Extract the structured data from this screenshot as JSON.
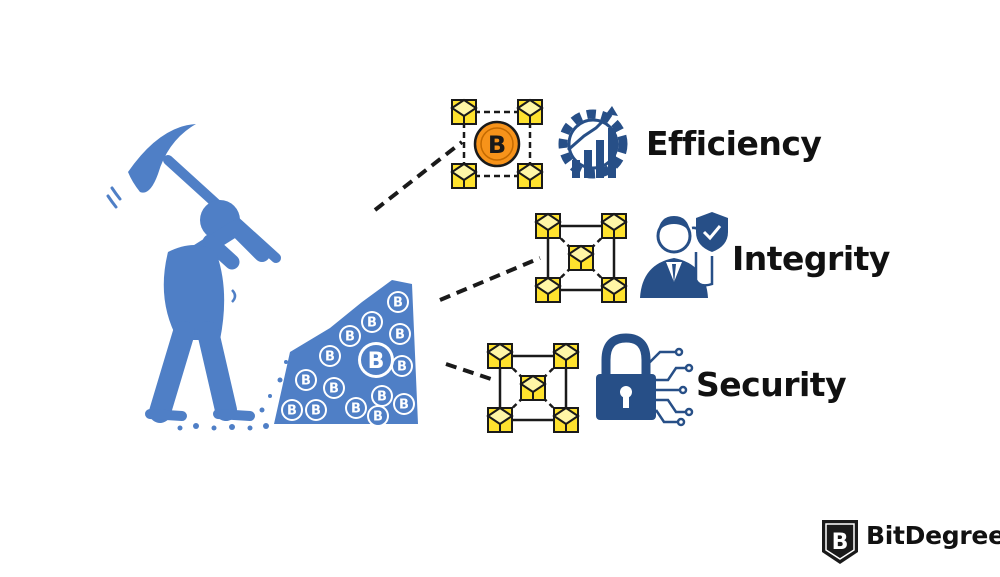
{
  "colors": {
    "miner_blue": "#4f7fc6",
    "block_yellow": "#ffe22e",
    "block_outline": "#1a1a1a",
    "coin_orange": "#f7931a",
    "icon_navy": "#274f87"
  },
  "items": [
    {
      "label": "Efficiency",
      "icon": "gear-chart-icon",
      "center_coin": "bitcoin-coin-icon"
    },
    {
      "label": "Integrity",
      "icon": "businessman-shield-icon"
    },
    {
      "label": "Security",
      "icon": "padlock-circuit-icon"
    }
  ],
  "miner": {
    "icon": "miner-with-pickaxe-icon",
    "pile": "bitcoin-coin-pile-icon",
    "coin_symbol": "B"
  },
  "brand": {
    "name": "BitDegree",
    "logo_letter": "B",
    "icon": "bitdegree-shield-logo-icon"
  }
}
